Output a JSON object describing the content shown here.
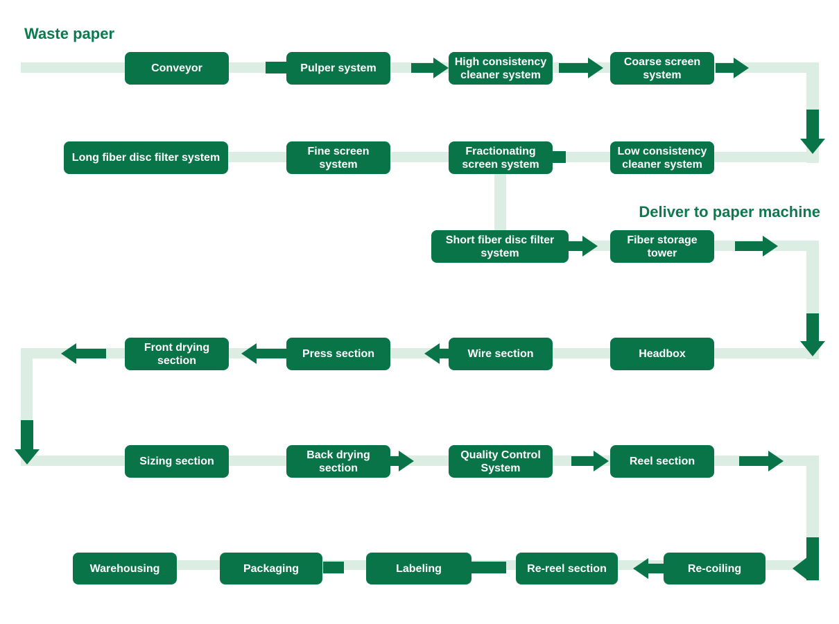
{
  "titles": {
    "waste_paper": "Waste paper",
    "deliver_to_paper_machine": "Deliver to paper machine"
  },
  "colors": {
    "box-green": "#0a7449",
    "pipe-green": "#dceee4",
    "title-green": "#0b7a4e",
    "box-text": "#ffffff",
    "bg": "#ffffff"
  },
  "nodes": [
    {
      "id": "conveyor",
      "label": "Conveyor"
    },
    {
      "id": "pulper-system",
      "label": "Pulper system"
    },
    {
      "id": "high-consistency-cleaner-system",
      "label": "High consistency cleaner system"
    },
    {
      "id": "coarse-screen-system",
      "label": "Coarse screen system"
    },
    {
      "id": "low-consistency-cleaner-system",
      "label": "Low consistency cleaner system"
    },
    {
      "id": "fractionating-screen-system",
      "label": "Fractionating screen system"
    },
    {
      "id": "fine-screen-system",
      "label": "Fine screen system"
    },
    {
      "id": "long-fiber-disc-filter-system",
      "label": "Long fiber disc filter system"
    },
    {
      "id": "short-fiber-disc-filter-system",
      "label": "Short fiber disc filter system"
    },
    {
      "id": "fiber-storage-tower",
      "label": "Fiber storage tower"
    },
    {
      "id": "headbox",
      "label": "Headbox"
    },
    {
      "id": "wire-section",
      "label": "Wire section"
    },
    {
      "id": "press-section",
      "label": "Press section"
    },
    {
      "id": "front-drying-section",
      "label": "Front drying section"
    },
    {
      "id": "sizing-section",
      "label": "Sizing section"
    },
    {
      "id": "back-drying-section",
      "label": "Back drying section"
    },
    {
      "id": "quality-control-system",
      "label": "Quality Control System"
    },
    {
      "id": "reel-section",
      "label": "Reel section"
    },
    {
      "id": "re-coiling",
      "label": "Re-coiling"
    },
    {
      "id": "re-reel-section",
      "label": "Re-reel section"
    },
    {
      "id": "labeling",
      "label": "Labeling"
    },
    {
      "id": "packaging",
      "label": "Packaging"
    },
    {
      "id": "warehousing",
      "label": "Warehousing"
    }
  ]
}
